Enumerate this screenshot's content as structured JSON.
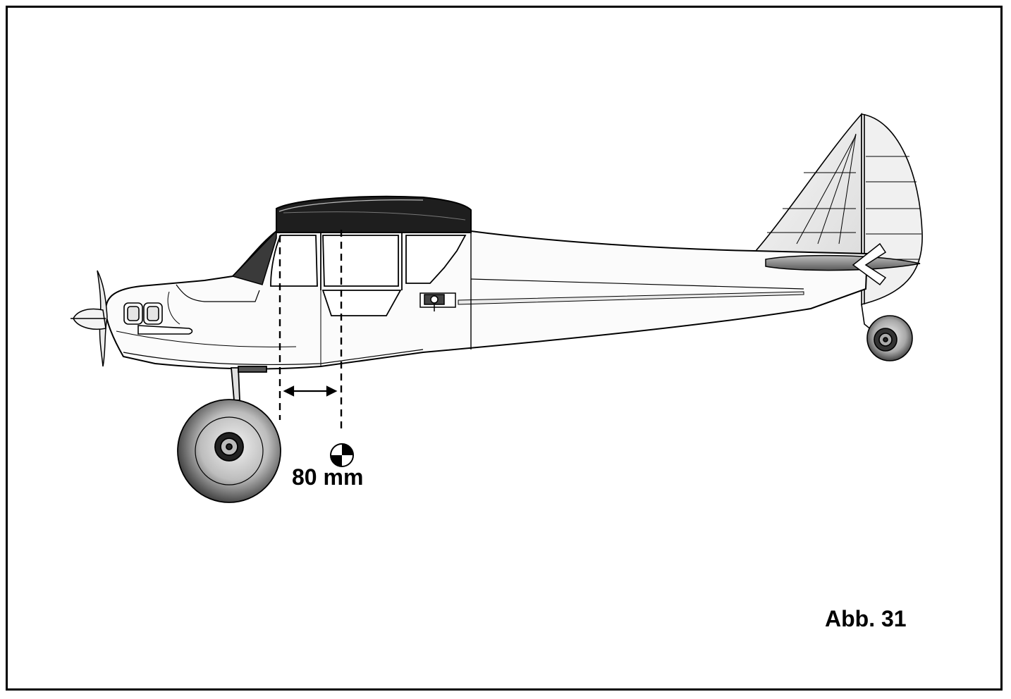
{
  "figure": {
    "label": "Abb. 31"
  },
  "cg_dimension": {
    "text": "80 mm",
    "value": 80,
    "unit": "mm"
  },
  "icons": {
    "cg_marker": "center-of-gravity-icon",
    "arrow": "double-arrow-icon"
  },
  "colors": {
    "line": "#000000",
    "canopy": "#1e1e1e",
    "wheel_dark": "#3a3a3a",
    "shade": "#d9d9d9"
  }
}
